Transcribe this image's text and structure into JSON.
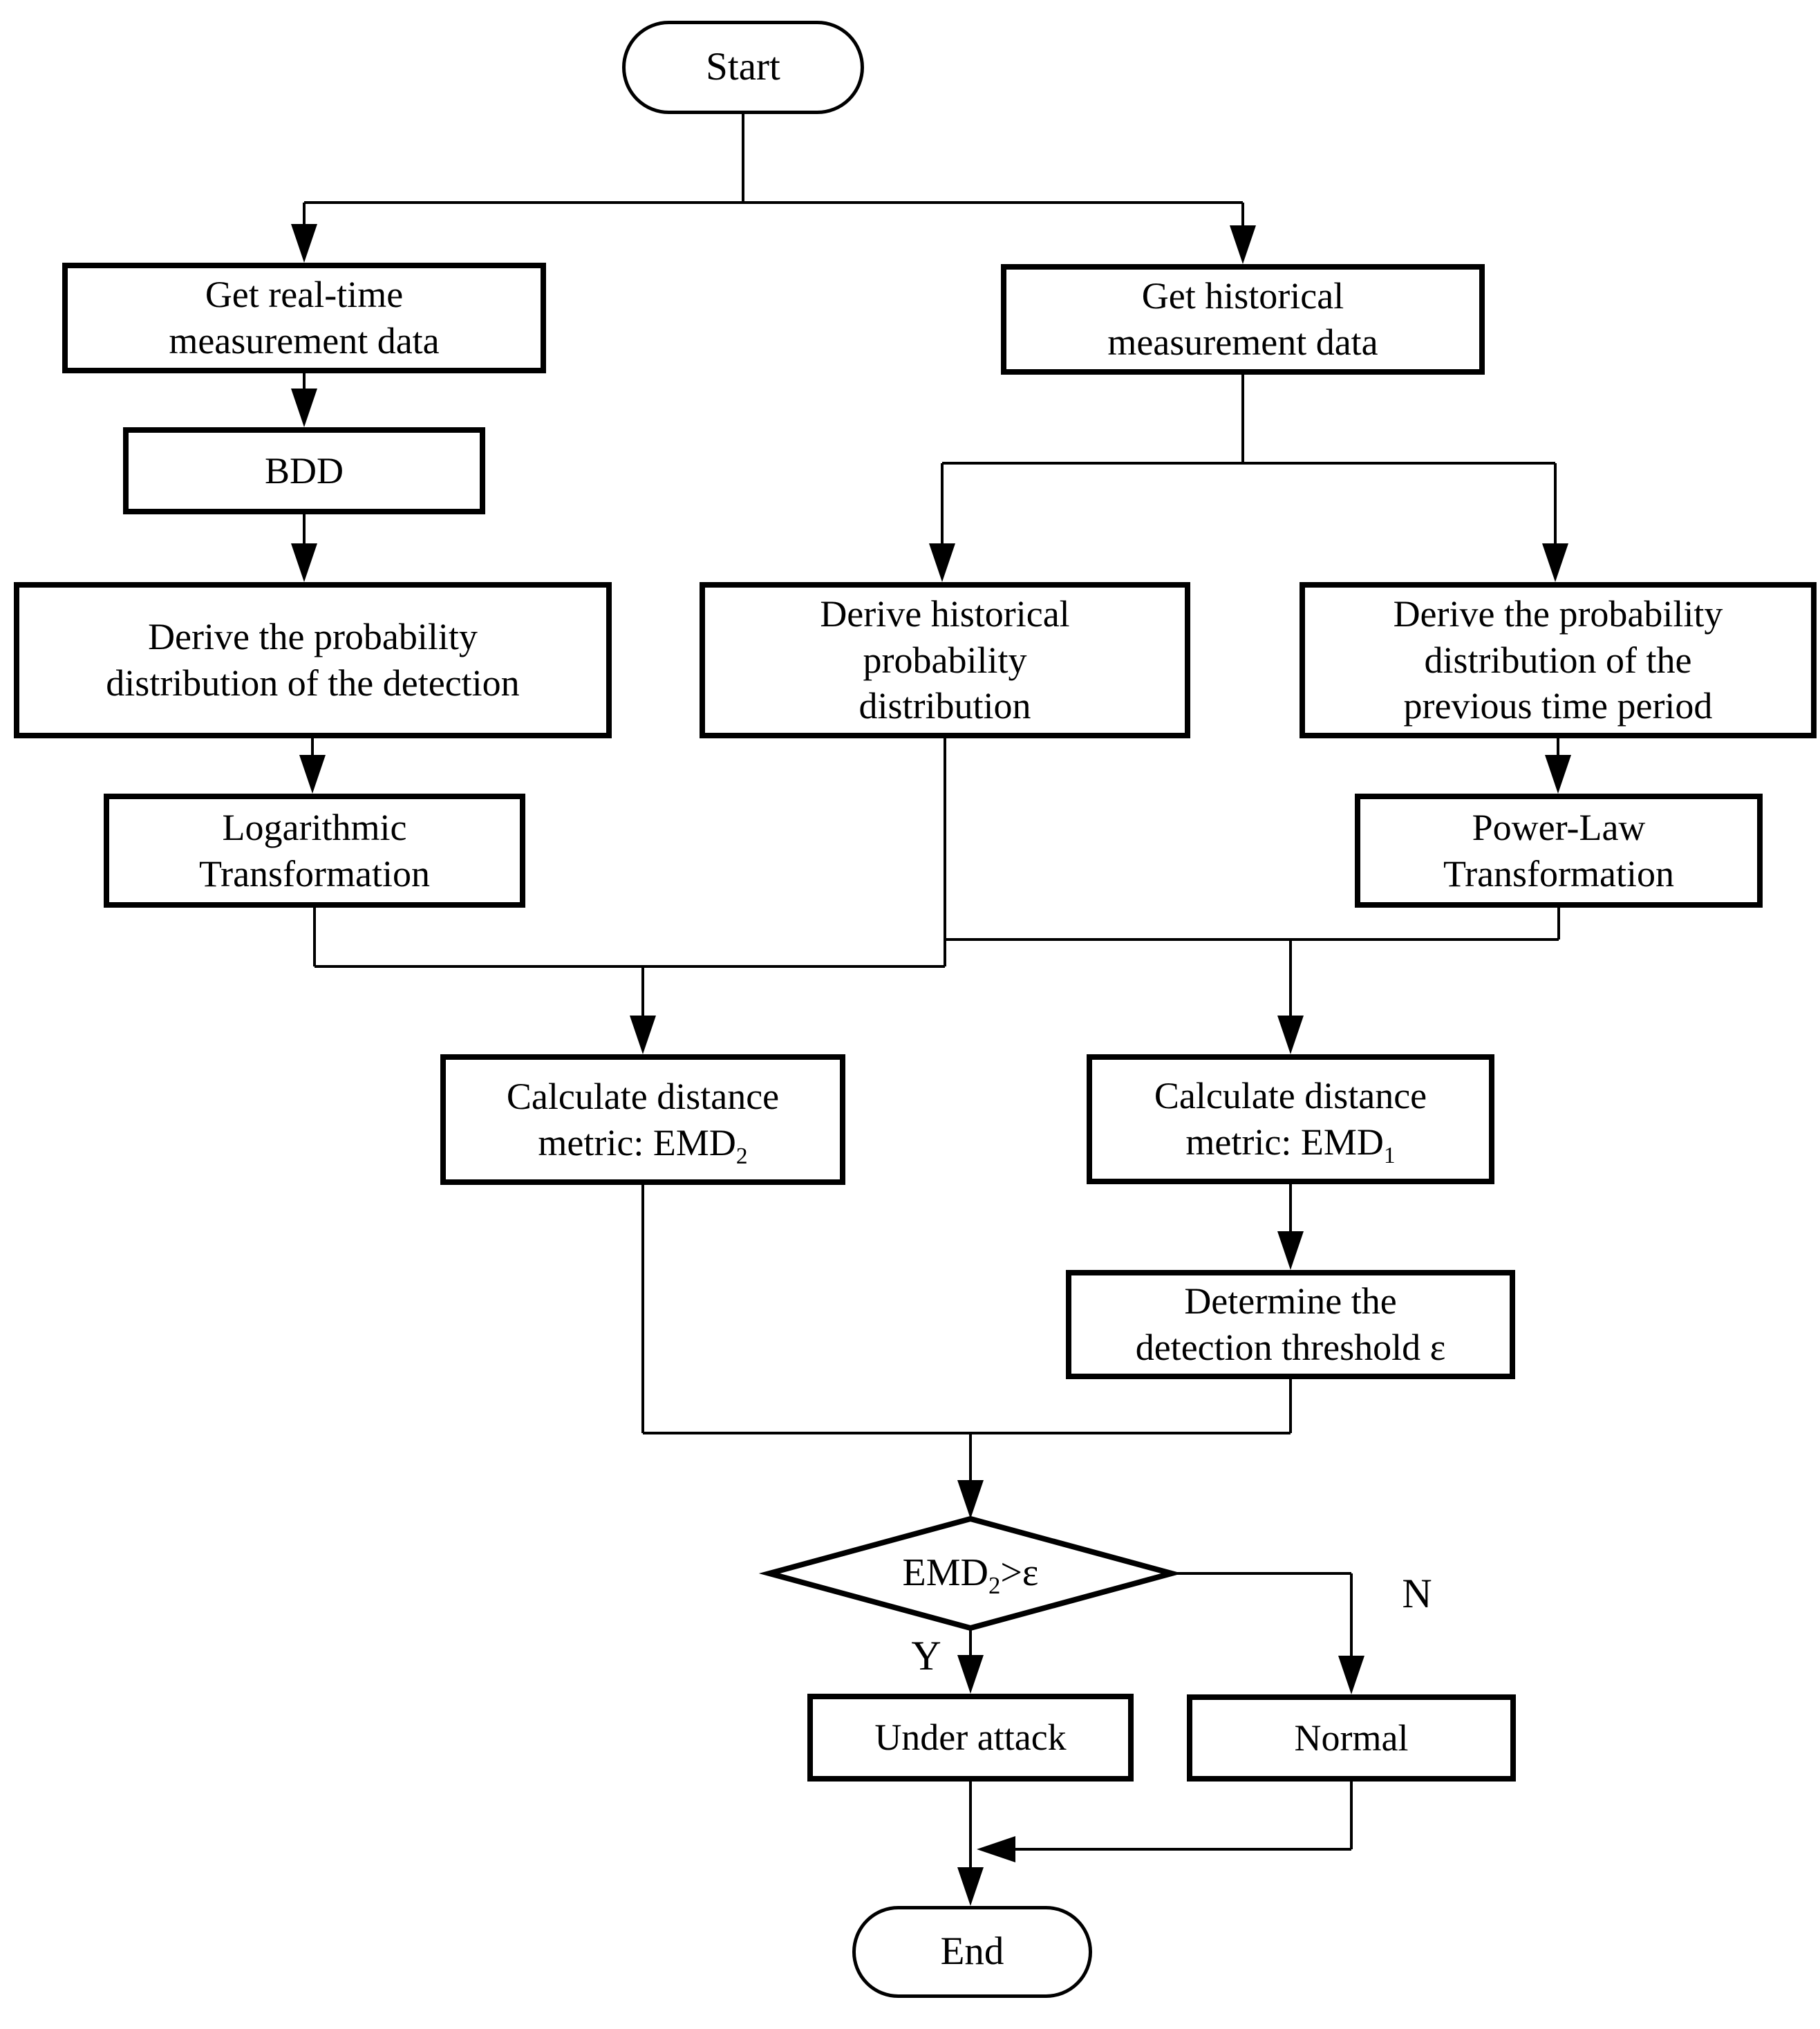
{
  "figure": {
    "type": "flowchart",
    "background_color": "#ffffff",
    "line_color": "#000000"
  },
  "nodes": {
    "start": {
      "label": "Start"
    },
    "get_realtime": {
      "label": "Get real-time\nmeasurement data"
    },
    "get_historical": {
      "label": "Get historical\nmeasurement data"
    },
    "bdd": {
      "label": "BDD"
    },
    "derive_detection": {
      "label": "Derive the probability\ndistribution of the detection"
    },
    "derive_historical": {
      "label": "Derive historical\nprobability\ndistribution"
    },
    "derive_previous": {
      "label": "Derive the probability\ndistribution of the\nprevious time period"
    },
    "log_transform": {
      "label": "Logarithmic\nTransformation"
    },
    "power_law": {
      "label": "Power-Law\nTransformation"
    },
    "emd2": {
      "label_base": "Calculate distance\nmetric: EMD",
      "label_sub": "2"
    },
    "emd1": {
      "label_base": "Calculate distance\nmetric: EMD",
      "label_sub": "1"
    },
    "threshold": {
      "label": "Determine the\ndetection threshold ε"
    },
    "decision": {
      "base": "EMD",
      "sub": "2",
      "rest": ">ε"
    },
    "under_attack": {
      "label": "Under attack"
    },
    "normal": {
      "label": "Normal"
    },
    "end": {
      "label": "End"
    }
  },
  "edge_labels": {
    "yes": "Y",
    "no": "N"
  }
}
